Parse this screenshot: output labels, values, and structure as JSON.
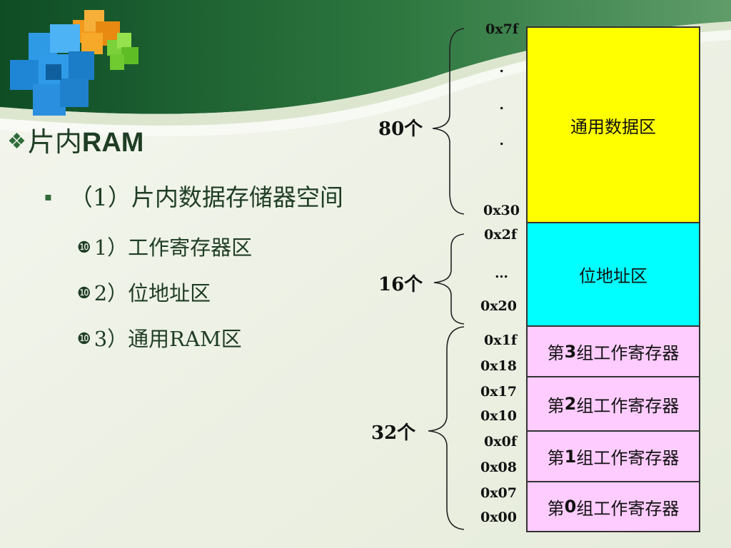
{
  "slide": {
    "title": {
      "bullet": "❖",
      "text_cn": "片内",
      "text_latin": "RAM"
    },
    "level2": {
      "bullet": "▪",
      "text": "（1）片内数据存储器空间"
    },
    "level3": [
      {
        "bullet": "❿",
        "text": "1）工作寄存器区"
      },
      {
        "bullet": "❿",
        "text": "2）位地址区"
      },
      {
        "bullet": "❿",
        "text": "3）通用RAM区"
      }
    ]
  },
  "memory_map": {
    "addresses": {
      "a7f": "0x7f",
      "dot1": ".",
      "dot2": ".",
      "dot3": ".",
      "a30": "0x30",
      "a2f": "0x2f",
      "ell": "…",
      "a20": "0x20",
      "a1f": "0x1f",
      "a18": "0x18",
      "a17": "0x17",
      "a10": "0x10",
      "a0f": "0x0f",
      "a08": "0x08",
      "a07": "0x07",
      "a00": "0x00"
    },
    "counts": {
      "general": "80个",
      "bit": "16个",
      "work": "32个"
    },
    "blocks": {
      "general": "通用数据区",
      "bit": "位地址区",
      "work3": {
        "pre": "第",
        "num": "3",
        "post": "组工作寄存器"
      },
      "work2": {
        "pre": "第",
        "num": "2",
        "post": "组工作寄存器"
      },
      "work1": {
        "pre": "第",
        "num": "1",
        "post": "组工作寄存器"
      },
      "work0": {
        "pre": "第",
        "num": "0",
        "post": "组工作寄存器"
      }
    },
    "colors": {
      "general": "#ffff00",
      "bit": "#00ffff",
      "work": "#ffccff",
      "header_green": "#1f5a2f",
      "text": "#1f3d25"
    }
  }
}
